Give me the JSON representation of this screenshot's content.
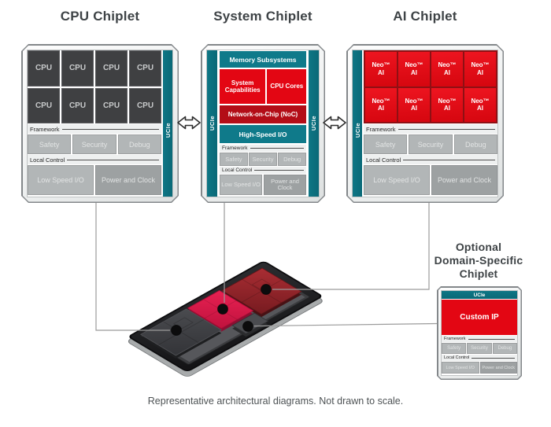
{
  "panels": {
    "cpu": {
      "title": "CPU Chiplet",
      "core_label": "CPU",
      "ucie": "UCIe"
    },
    "system": {
      "title": "System Chiplet",
      "ucie": "UCIe",
      "memory": "Memory Subsystems",
      "system_capabilities": "System Capabilities",
      "cpu_cores": "CPU Cores",
      "noc": "Network-on-Chip (NoC)",
      "high_speed_io": "High-Speed I/O"
    },
    "ai": {
      "title": "AI Chiplet",
      "core_line1": "Neo™",
      "core_line2": "AI",
      "ucie": "UCIe"
    },
    "optional": {
      "title_line1": "Optional",
      "title_line2": "Domain-Specific",
      "title_line3": "Chiplet",
      "ucie": "UCIe",
      "custom_ip": "Custom IP"
    }
  },
  "common": {
    "framework": "Framework",
    "local_control": "Local Control",
    "safety": "Safety",
    "security": "Security",
    "debug": "Debug",
    "low_speed_io": "Low Speed I/O",
    "power_and_clock": "Power and Clock"
  },
  "caption": "Representative architectural diagrams. Not drawn to scale.",
  "icons": {
    "chiplet_link": "bidirectional-arrow",
    "chip_callout": "black-dot"
  },
  "colors": {
    "teal": "#0C6F7E",
    "teal_light": "#0F7A8A",
    "red": "#E30613",
    "red_dark": "#B30D17",
    "gray_block": "#B2B6B7",
    "gray_block_dark": "#9DA1A2",
    "cpu_block": "#3F4042",
    "title_text": "#3E4346",
    "connector": "#9B9B9B"
  }
}
